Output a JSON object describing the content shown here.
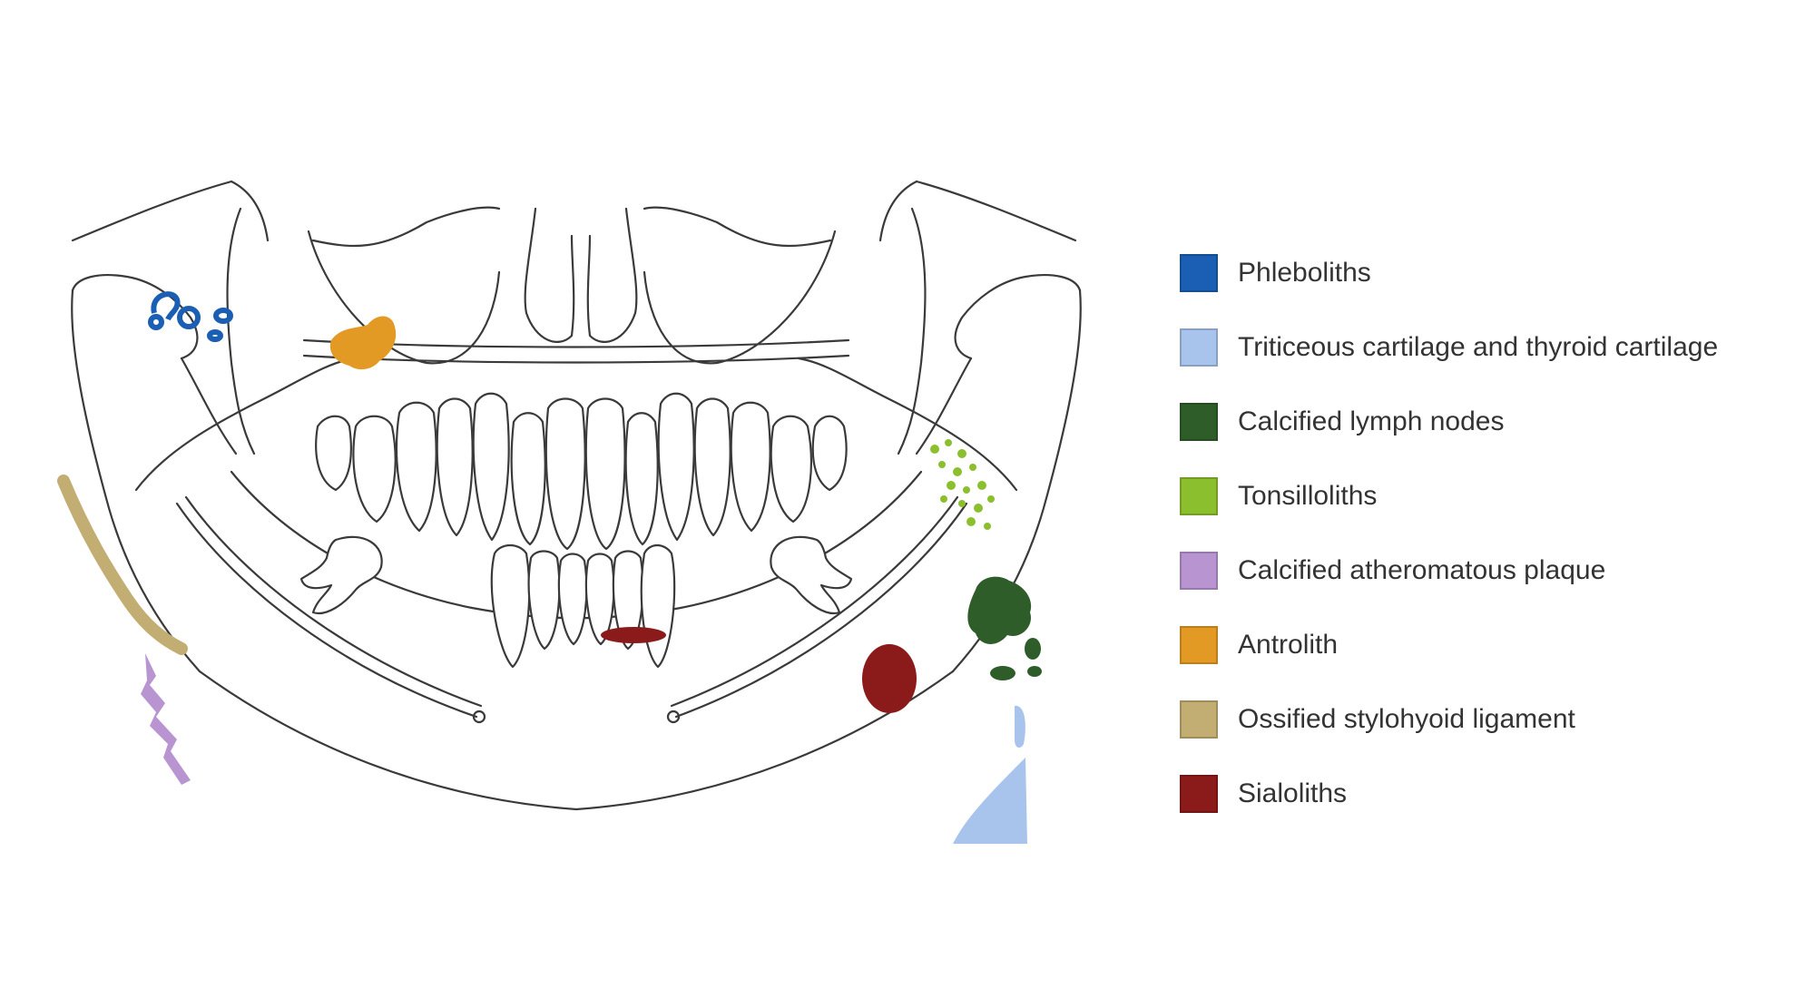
{
  "legend": {
    "items": [
      {
        "key": "phleboliths",
        "label": "Phleboliths",
        "color": "#1a5fb4"
      },
      {
        "key": "triticeous",
        "label": "Triticeous cartilage and thyroid cartilage",
        "color": "#a9c4ec"
      },
      {
        "key": "lymph",
        "label": "Calcified lymph nodes",
        "color": "#2f5d2a"
      },
      {
        "key": "tonsilloliths",
        "label": "Tonsilloliths",
        "color": "#8bbf2e"
      },
      {
        "key": "atheroma",
        "label": "Calcified atheromatous plaque",
        "color": "#b894d1"
      },
      {
        "key": "antrolith",
        "label": "Antrolith",
        "color": "#e39a24"
      },
      {
        "key": "stylohyoid",
        "label": "Ossified stylohyoid ligament",
        "color": "#c2ad72"
      },
      {
        "key": "sialoliths",
        "label": "Sialoliths",
        "color": "#8b1a1a"
      }
    ]
  }
}
